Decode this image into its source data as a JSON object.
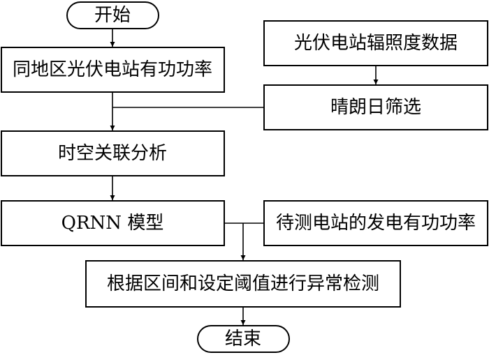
{
  "flowchart": {
    "start": "开始",
    "end": "结束",
    "nodes": {
      "regional_power": "同地区光伏电站有功功率",
      "irradiance_data": "光伏电站辐照度数据",
      "sunny_filter": "晴朗日筛选",
      "spatiotemporal": "时空关联分析",
      "qrnn": "QRNN 模型",
      "target_power": "待测电站的发电有功功率",
      "detection": "根据区间和设定阈值进行异常检测"
    }
  },
  "colors": {
    "stroke": "#000000",
    "fill": "#ffffff",
    "text": "#000000"
  }
}
